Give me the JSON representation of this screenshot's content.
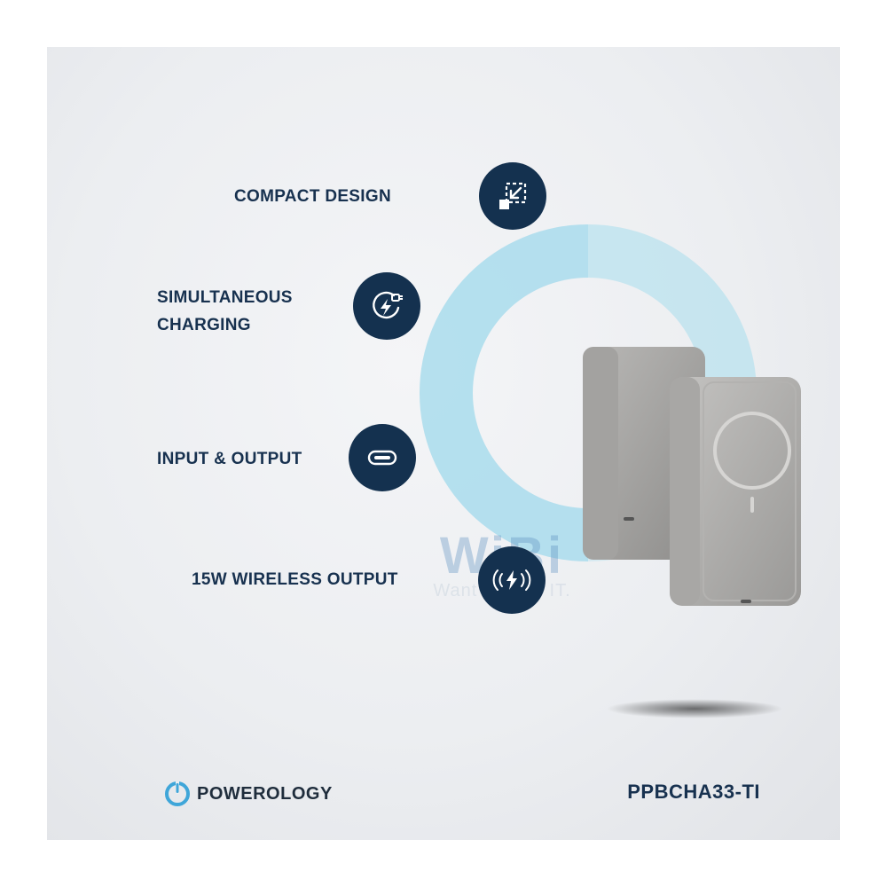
{
  "features": [
    {
      "label": "COMPACT DESIGN",
      "icon": "compact-arrow-icon"
    },
    {
      "label": "SIMULTANEOUS\nCHARGING",
      "icon": "plug-bolt-icon"
    },
    {
      "label": "INPUT & OUTPUT",
      "icon": "usb-c-port-icon"
    },
    {
      "label": "15W WIRELESS OUTPUT",
      "icon": "wireless-charging-icon"
    }
  ],
  "brand": {
    "name": "POWEROLOGY",
    "logo": "powerology-logo"
  },
  "model": "PPBCHA33-TI",
  "watermark": {
    "big": "WiBi",
    "small": "Want IT. Buy IT."
  },
  "colors": {
    "navy": "#14314f",
    "accent": "#6cc3e0",
    "product": "#a9a8a6"
  }
}
